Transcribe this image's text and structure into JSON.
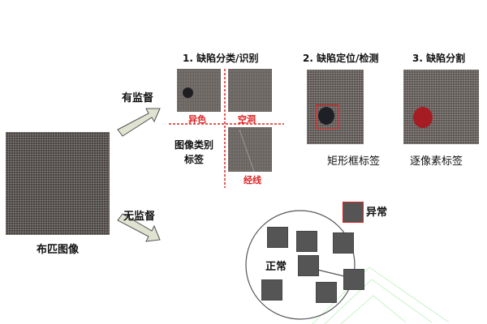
{
  "source": {
    "label": "布匹图像"
  },
  "supervised": {
    "label": "有监督"
  },
  "unsupervised": {
    "label": "无监督",
    "normal": "正常",
    "abnormal": "异常"
  },
  "tasks": [
    {
      "title": "1. 缺陷分类/识别",
      "labels": [
        "异色",
        "空洞",
        "经线"
      ],
      "caption": [
        "图像类别",
        "标签"
      ]
    },
    {
      "title": "2. 缺陷定位/检测",
      "caption": "矩形框标签"
    },
    {
      "title": "3. 缺陷分割",
      "caption": "逐像素标签"
    }
  ],
  "colors": {
    "accent": "#e02020",
    "arrow": "#dfe3cf"
  }
}
